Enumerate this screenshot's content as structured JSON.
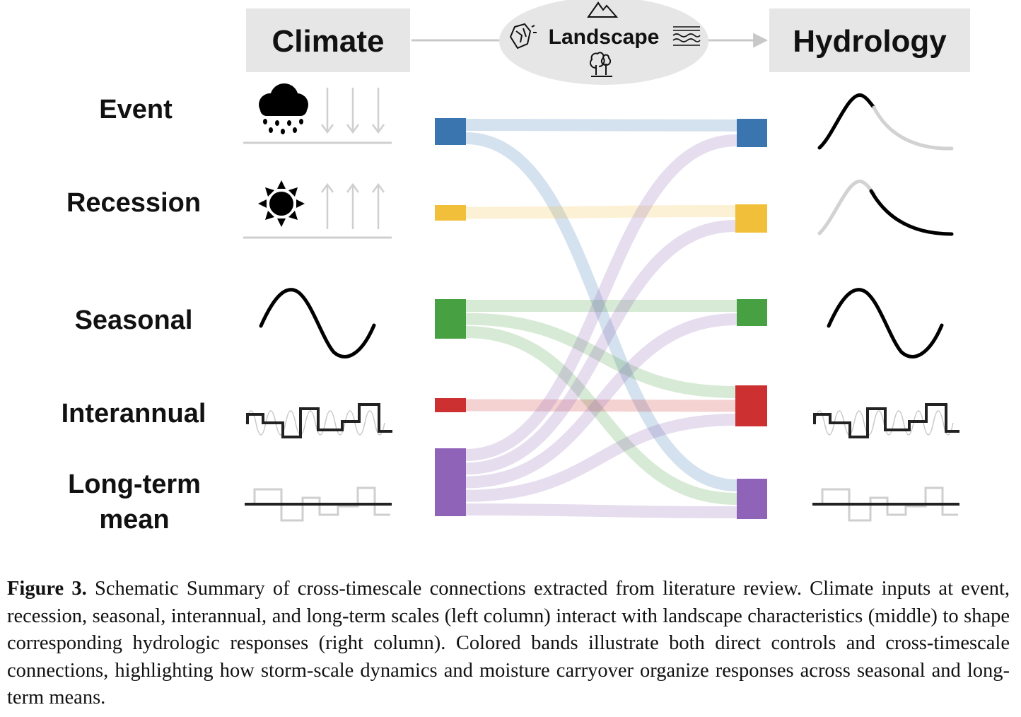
{
  "headers": {
    "climate": "Climate",
    "landscape": "Landscape",
    "hydrology": "Hydrology"
  },
  "icons": {
    "landscape": [
      "mountain-icon",
      "rock-icon",
      "soil-layers-icon",
      "tree-icon"
    ],
    "event": "rain-cloud-icon",
    "recession": "sun-icon"
  },
  "rows": [
    {
      "id": "event",
      "label_lines": [
        "Event"
      ],
      "color": "#3a75b0"
    },
    {
      "id": "recession",
      "label_lines": [
        "Recession"
      ],
      "color": "#f2bf3a"
    },
    {
      "id": "seasonal",
      "label_lines": [
        "Seasonal"
      ],
      "color": "#47a042"
    },
    {
      "id": "interannual",
      "label_lines": [
        "Interannual"
      ],
      "color": "#cc3030"
    },
    {
      "id": "long-term",
      "label_lines": [
        "Long-term",
        "mean"
      ],
      "color": "#8e63b8"
    }
  ],
  "connections": [
    {
      "from": "event",
      "to": "event"
    },
    {
      "from": "event",
      "to": "long-term"
    },
    {
      "from": "recession",
      "to": "recession"
    },
    {
      "from": "seasonal",
      "to": "seasonal"
    },
    {
      "from": "seasonal",
      "to": "interannual"
    },
    {
      "from": "seasonal",
      "to": "long-term"
    },
    {
      "from": "interannual",
      "to": "interannual"
    },
    {
      "from": "long-term",
      "to": "event"
    },
    {
      "from": "long-term",
      "to": "recession"
    },
    {
      "from": "long-term",
      "to": "seasonal"
    },
    {
      "from": "long-term",
      "to": "interannual"
    },
    {
      "from": "long-term",
      "to": "long-term"
    }
  ],
  "caption": {
    "label": "Figure 3.",
    "text": "Schematic Summary of cross-timescale connections extracted from literature review. Climate inputs at event, recession, seasonal, interannual, and long-term scales (left column) interact with landscape characteristics (middle) to shape corresponding hydrologic responses (right column). Colored bands illustrate both direct controls and cross-timescale connections, highlighting how storm-scale dynamics and moisture carryover organize responses across seasonal and long-term means."
  }
}
